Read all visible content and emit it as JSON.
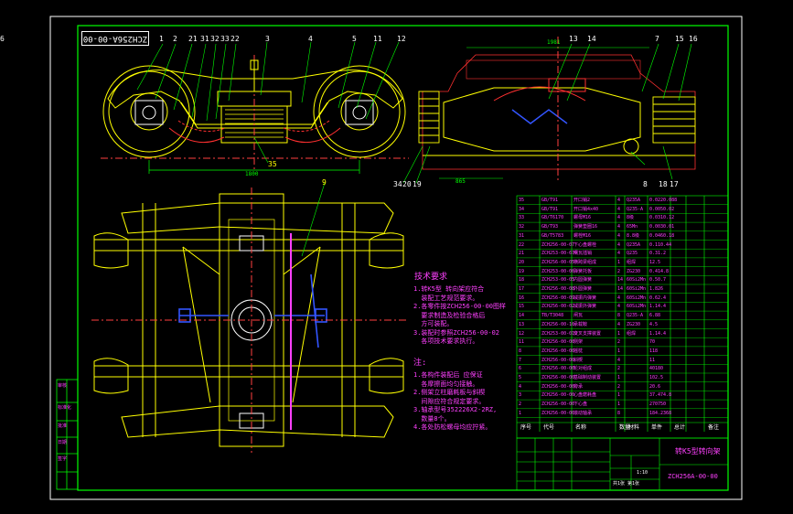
{
  "drawing_code_mirrored": "ZCH256A-00-00",
  "title_block": {
    "name": "转K5型转向架",
    "code": "ZCH256A-00-00",
    "scale": "1:10",
    "sheet": "共1张 第1张"
  },
  "dimensions": {
    "side_wheelbase": "1800",
    "end_width": "1981",
    "end_height": "865"
  },
  "callouts_side": [
    "1",
    "2",
    "21",
    "31",
    "32",
    "33",
    "22",
    "3",
    "4",
    "5",
    "11",
    "12",
    "6"
  ],
  "callouts_end_top": [
    "13",
    "14",
    "7",
    "15",
    "16"
  ],
  "callouts_end_bottom": [
    "34",
    "20",
    "19",
    "8",
    "18",
    "17"
  ],
  "callout_plan": "9",
  "callout_35": "35",
  "notes_title": "技术要求",
  "notes_1": "1.转K5型 转向架应符合\n  装配工艺规范要求。\n2.各零件按ZCH256-00-00图样\n  要求制造及检验合格后\n  方可装配。\n3.装配时参照ZCH256-00-02\n  各项技术要求执行。",
  "notes_2_title": "注:",
  "notes_2": "1.各构件装配后 应保证\n  各摩擦面均匀接触。\n2.侧架立柱磨耗板与斜楔\n  间隙应符合规定要求。\n3.轴承型号352226X2-2RZ,\n  数量8个。\n4.各处防松螺母均应拧紧。",
  "bom_rows": [
    [
      "35",
      "GB/T91",
      "开口销2",
      "4",
      "Q235A",
      "0.0220.088"
    ],
    [
      "34",
      "GB/T91",
      "开口销4x40",
      "4",
      "Q235-A",
      "0.0050.02"
    ],
    [
      "33",
      "GB/T6170",
      "螺母M16",
      "4",
      "8级",
      "0.0310.12"
    ],
    [
      "32",
      "GB/T93",
      "弹簧垫圈16",
      "4",
      "65Mn",
      "0.0030.01"
    ],
    [
      "31",
      "GB/T5783",
      "螺栓M16",
      "4",
      "8.8级",
      "0.0460.18"
    ],
    [
      "22",
      "ZCH256-00-07",
      "下心盘螺栓",
      "4",
      "Q235A",
      "0.110.44"
    ],
    [
      "21",
      "ZCH253-00-670",
      "闸瓦插销",
      "4",
      "Q235",
      "0.31.2"
    ],
    [
      "20",
      "ZCH256-00-05",
      "横跨梁组成",
      "1",
      "组焊",
      "12.5"
    ],
    [
      "19",
      "ZCH253-00-06",
      "弹簧托板",
      "2",
      "ZG230",
      "0.414.8"
    ],
    [
      "18",
      "ZCH253-00-05",
      "内圆弹簧",
      "14",
      "60Si2Mn",
      "0.50.7"
    ],
    [
      "17",
      "ZCH256-00-08",
      "外圆弹簧",
      "14",
      "60Si2Mn",
      "1.826"
    ],
    [
      "16",
      "ZCH256-00-09",
      "减振内弹簧",
      "4",
      "60Si2Mn",
      "0.62.4"
    ],
    [
      "15",
      "ZCH256-00-02",
      "减振外弹簧",
      "4",
      "60Si2Mn",
      "1.14.4"
    ],
    [
      "14",
      "TB/T3048",
      "闸瓦",
      "8",
      "Q235-A",
      "6.88"
    ],
    [
      "13",
      "ZCH256-00-10",
      "承载鞍",
      "4",
      "ZG230",
      "4.5"
    ],
    [
      "12",
      "ZCH253-00-010",
      "交叉支撑装置",
      "1",
      "组焊",
      "1.14.4"
    ],
    [
      "11",
      "ZCH256-00-00",
      "侧架",
      "2",
      "",
      "70"
    ],
    [
      "8",
      "ZCH256-00-00",
      "摇枕",
      "1",
      "",
      "118"
    ],
    [
      "7",
      "ZCH256-00-00",
      "斜楔",
      "4",
      "",
      "11"
    ],
    [
      "6",
      "ZCH256-00-00",
      "轮对组成",
      "2",
      "",
      "40180"
    ],
    [
      "5",
      "ZCH256-00-00",
      "基础制动装置",
      "1",
      "",
      "102.5"
    ],
    [
      "4",
      "ZCH256-00-00",
      "旁承",
      "2",
      "",
      "20.6"
    ],
    [
      "3",
      "ZCH256-00-00",
      "心盘磨耗盘",
      "1",
      "",
      "37.474.8"
    ],
    [
      "2",
      "ZCH256-00-00",
      "下心盘",
      "1",
      "",
      "270750"
    ],
    [
      "1",
      "ZCH256-00-00",
      "滚动轴承",
      "8",
      "",
      "184.2368"
    ]
  ],
  "bom_header": [
    "序号",
    "代号",
    "名称",
    "数量",
    "材料",
    "单件",
    "总计",
    "备注"
  ],
  "side_labels": [
    "审核",
    "标准化",
    "批准",
    "日期",
    "签字"
  ],
  "colors": {
    "background": "#000000",
    "frame": "#00ff00",
    "drawing": "#ffff00",
    "dimension": "#00ff00",
    "text": "#ffffff",
    "notes": "#ff40ff",
    "hidden": "#ff3030",
    "accent_blue": "#3355ff",
    "center_line": "#ff4040"
  }
}
